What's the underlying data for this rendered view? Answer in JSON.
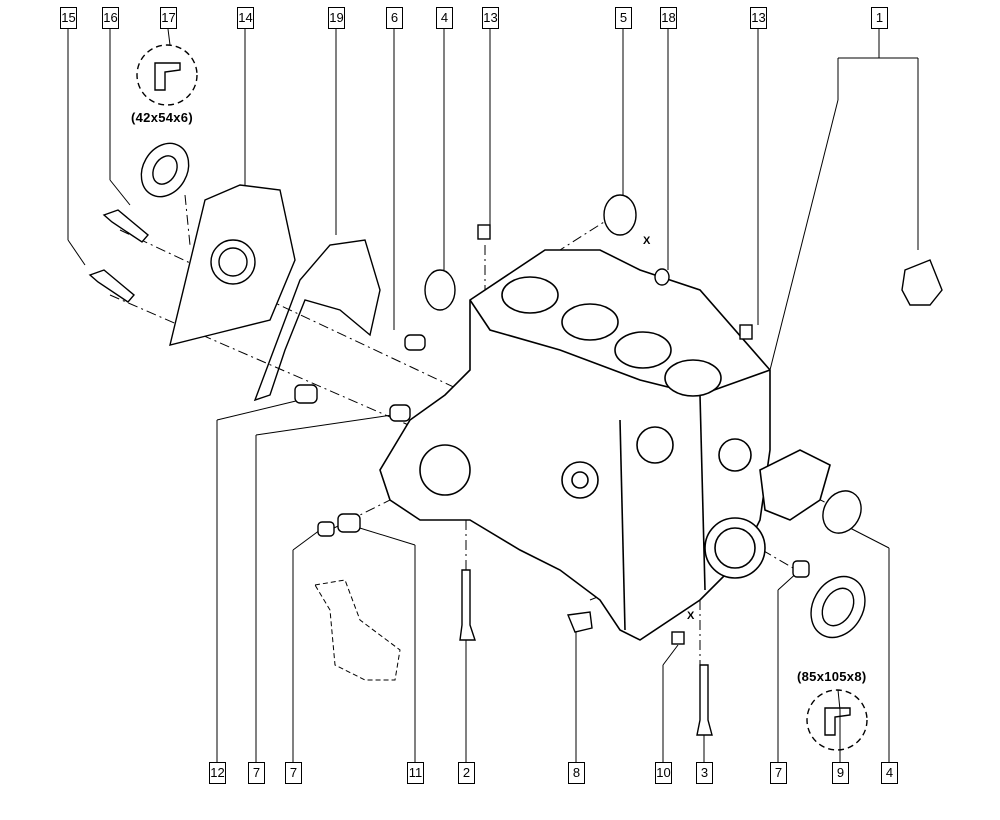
{
  "top_callouts": [
    "15",
    "16",
    "17",
    "14",
    "19",
    "6",
    "4",
    "13",
    "5",
    "18",
    "13",
    "1"
  ],
  "bottom_callouts": [
    "12",
    "7",
    "7",
    "11",
    "2",
    "8",
    "10",
    "3",
    "7",
    "9",
    "4"
  ],
  "dimensions": {
    "seal_17": "(42x54x6)",
    "seal_9": "(85x105x8)"
  },
  "markers": {
    "x_top": "X",
    "x_bottom": "X"
  }
}
